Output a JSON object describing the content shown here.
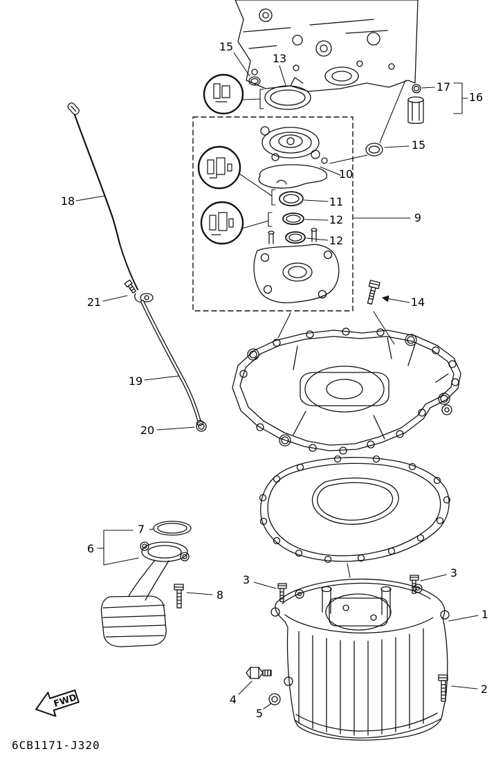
{
  "page": {
    "drawing_code": "6CB1171-J320",
    "fwd_label": "FWD",
    "line_color": "#111111",
    "background": "#ffffff"
  },
  "callouts": [
    {
      "id": "15a",
      "text": "15"
    },
    {
      "id": "13",
      "text": "13"
    },
    {
      "id": "17",
      "text": "17"
    },
    {
      "id": "16",
      "text": "16"
    },
    {
      "id": "15b",
      "text": "15"
    },
    {
      "id": "10",
      "text": "10"
    },
    {
      "id": "11",
      "text": "11"
    },
    {
      "id": "12a",
      "text": "12"
    },
    {
      "id": "12b",
      "text": "12"
    },
    {
      "id": "9",
      "text": "9"
    },
    {
      "id": "18",
      "text": "18"
    },
    {
      "id": "21",
      "text": "21"
    },
    {
      "id": "14",
      "text": "14"
    },
    {
      "id": "19",
      "text": "19"
    },
    {
      "id": "20",
      "text": "20"
    },
    {
      "id": "7",
      "text": "7"
    },
    {
      "id": "6",
      "text": "6"
    },
    {
      "id": "8",
      "text": "8"
    },
    {
      "id": "3a",
      "text": "3"
    },
    {
      "id": "3b",
      "text": "3"
    },
    {
      "id": "1",
      "text": "1"
    },
    {
      "id": "2",
      "text": "2"
    },
    {
      "id": "4",
      "text": "4"
    },
    {
      "id": "5",
      "text": "5"
    }
  ]
}
